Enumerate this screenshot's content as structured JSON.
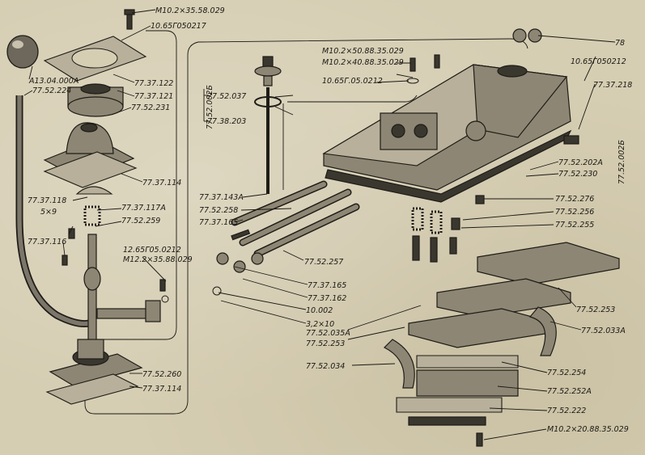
{
  "labels": {
    "m10_35_58": "M10.2×35.58.029",
    "l_10_65_top": "10.65Г050217",
    "a13": "A13.04.000A",
    "p_77_52_224": "77.52.224",
    "p_77_37_122": "77.37.122",
    "p_77_37_121": "77.37.121",
    "p_77_52_231": "77.52.231",
    "p_77_37_114a": "77.37.114",
    "p_77_37_118": "77.37.118",
    "s5x9": "5×9",
    "p_77_37_117a": "77.37.117A",
    "p_77_52_259": "77.52.259",
    "p_77_37_116": "77.37.116",
    "p_12_65": "12.65Г05.0212",
    "m12_35_88": "M12.2×35.88.029",
    "p_77_52_260": "77.52.260",
    "p_77_37_114b": "77.37.114",
    "v_77_52_002b": "77.52.002Б",
    "p_77_52_037": "77.52.037",
    "p_77_38_203": "77.38.203",
    "m10_50_88": "M10.2×50.88.35.029",
    "m10_40_88": "M10.2×40.88.35.029",
    "p_10_65_mid": "10.65Г.05.0212",
    "p_78": "78",
    "p_10_65_right": "10.65Г050212",
    "p_77_37_218": "77.37.218",
    "v_77_52_002b_right": "77.52.002Б",
    "p_77_52_202a": "77.52.202A",
    "p_77_52_230": "77.52.230",
    "p_77_37_143a": "77.37.143A",
    "p_77_52_258": "77.52.258",
    "p_77_37_165a": "77.37.165",
    "p_77_52_257": "77.52.257",
    "p_77_37_165b": "77.37.165",
    "p_77_37_162": "77.37.162",
    "p_10_002": "10.002",
    "s3_2x10": "3,2×10",
    "p_77_52_035a": "77.52.035A",
    "p_77_52_253a": "77.52.253",
    "p_77_52_276": "77.52.276",
    "p_77_52_256": "77.52.256",
    "p_77_52_255": "77.52.255",
    "p_77_52_253b": "77.52.253",
    "p_77_52_033a": "77.52.033A",
    "p_77_52_034": "77.52.034",
    "p_77_52_254": "77.52.254",
    "p_77_52_252a": "77.52.252A",
    "p_77_52_222": "77.52.222",
    "m10_20_88": "M10.2×20.88.35.029"
  }
}
